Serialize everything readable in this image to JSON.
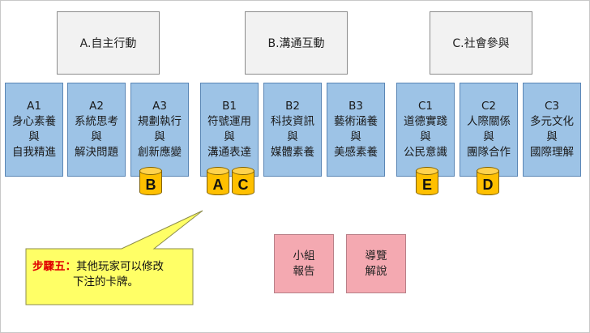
{
  "categories": [
    {
      "label": "A.自主行動"
    },
    {
      "label": "B.溝通互動"
    },
    {
      "label": "C.社會參與"
    }
  ],
  "subcategories": [
    {
      "code": "A1",
      "lines": [
        "身心素養",
        "與",
        "自我精進"
      ]
    },
    {
      "code": "A2",
      "lines": [
        "系統思考",
        "與",
        "解決問題"
      ]
    },
    {
      "code": "A3",
      "lines": [
        "規劃執行",
        "與",
        "創新應變"
      ]
    },
    {
      "code": "B1",
      "lines": [
        "符號運用",
        "與",
        "溝通表達"
      ]
    },
    {
      "code": "B2",
      "lines": [
        "科技資訊",
        "與",
        "媒體素養"
      ]
    },
    {
      "code": "B3",
      "lines": [
        "藝術涵養",
        "與",
        "美感素養"
      ]
    },
    {
      "code": "C1",
      "lines": [
        "道德實踐",
        "與",
        "公民意識"
      ]
    },
    {
      "code": "C2",
      "lines": [
        "人際關係",
        "與",
        "團隊合作"
      ]
    },
    {
      "code": "C3",
      "lines": [
        "多元文化",
        "與",
        "國際理解"
      ]
    }
  ],
  "tokens": [
    {
      "letter": "B"
    },
    {
      "letter": "A"
    },
    {
      "letter": "C"
    },
    {
      "letter": "E"
    },
    {
      "letter": "D"
    }
  ],
  "actions": [
    {
      "lines": [
        "小組",
        "報告"
      ]
    },
    {
      "lines": [
        "導覽",
        "解說"
      ]
    }
  ],
  "callout": {
    "step_label": "步驟五",
    "separator": "：",
    "line1": "其他玩家可以修改",
    "line2": "下注的卡牌。"
  },
  "colors": {
    "category_fill": "#f2f2f2",
    "subcategory_fill": "#9dc3e6",
    "token_fill": "#ffc000",
    "action_fill": "#f4a9b1",
    "callout_fill": "#ffff66",
    "step_label_color": "#e00000"
  }
}
